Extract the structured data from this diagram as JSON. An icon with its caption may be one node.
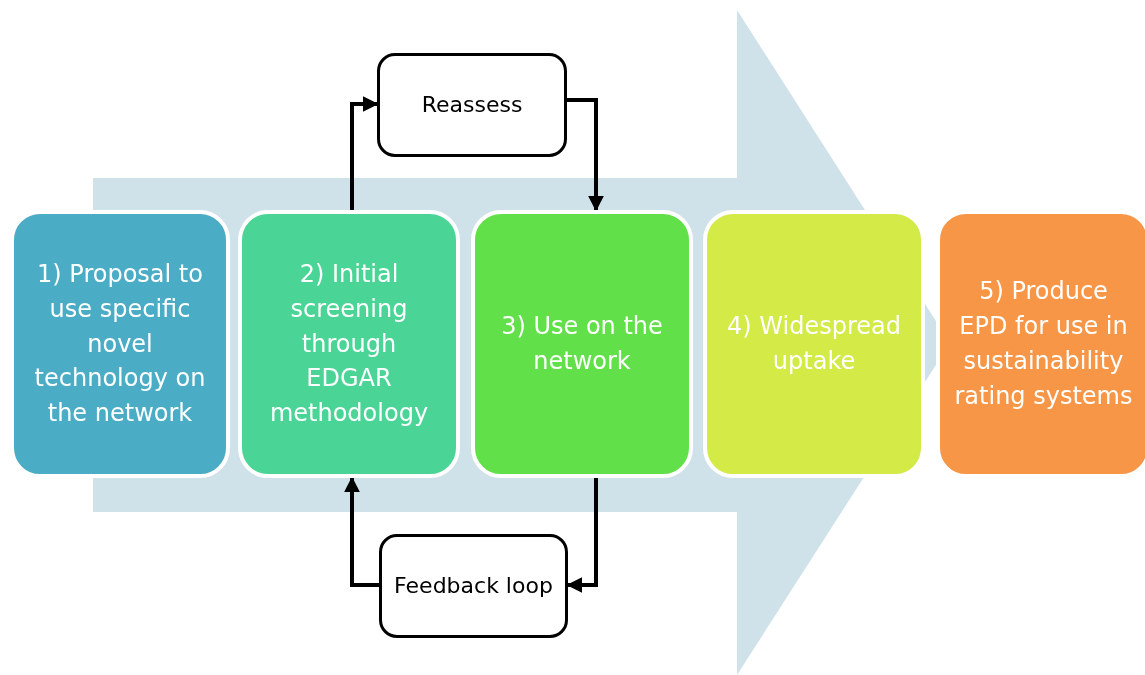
{
  "diagram": {
    "nodes": [
      {
        "text": [
          "1) Proposal to use specific novel technology on the network"
        ]
      },
      {
        "text": [
          "2) Initial screening through EDGAR methodology"
        ]
      },
      {
        "text": [
          "3) Use on the network"
        ]
      },
      {
        "text": [
          "4) Widespread uptake"
        ]
      },
      {
        "text": [
          "5) Produce EPD for use in sustainability rating systems"
        ]
      },
      {
        "text": [
          "Reassess"
        ]
      },
      {
        "text": [
          "Feedback loop"
        ]
      }
    ],
    "edges": [
      {
        "from": 0,
        "to": 4,
        "arrow": "to",
        "style": "thick",
        "color": "#d0e2e9"
      },
      {
        "from": 1,
        "to": 5,
        "arrow": "to"
      },
      {
        "from": 5,
        "to": 2,
        "arrow": "to"
      },
      {
        "from": 2,
        "to": 6,
        "arrow": "to"
      },
      {
        "from": 6,
        "to": 1,
        "arrow": "to"
      }
    ]
  }
}
